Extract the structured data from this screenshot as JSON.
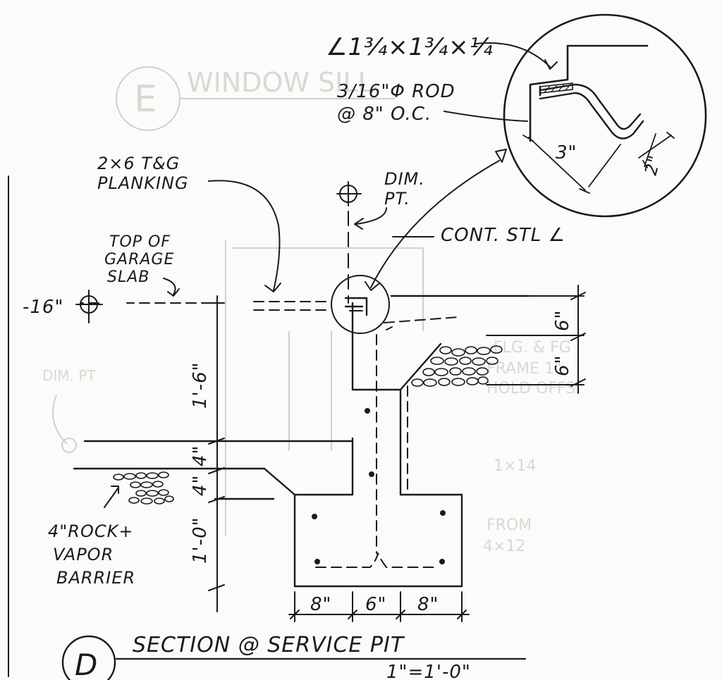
{
  "angle_spec": "∠1¾×1¾×¼",
  "rod_spec_line1": "3/16\"Φ ROD",
  "rod_spec_line2": "@ 8\" O.C.",
  "detail_dim_3": "3\"",
  "detail_dim_2": "2\"",
  "planking_line1": "2×6 T&G",
  "planking_line2": "PLANKING",
  "dim_pt_line1": "DIM.",
  "dim_pt_line2": "PT.",
  "cont_stl": "CONT. STL ∠",
  "garage_line1": "TOP OF",
  "garage_line2": "GARAGE",
  "garage_line3": "SLAB",
  "elevation": "-16\"",
  "dim_1_6": "1'-6\"",
  "dim_4_upper": "4\"",
  "dim_4_lower": "4\"",
  "dim_1_0": "1'-0\"",
  "dim_6_upper": "6\"",
  "dim_6_lower": "6\"",
  "rock_line1": "4\"ROCK+",
  "rock_line2": "VAPOR",
  "rock_line3": "BARRIER",
  "footing_dim_8_left": "8\"",
  "footing_dim_6": "6\"",
  "footing_dim_8_right": "8\"",
  "section_letter": "D",
  "section_title": "SECTION @ SERVICE PIT",
  "scale": "1\"=1'-0\""
}
